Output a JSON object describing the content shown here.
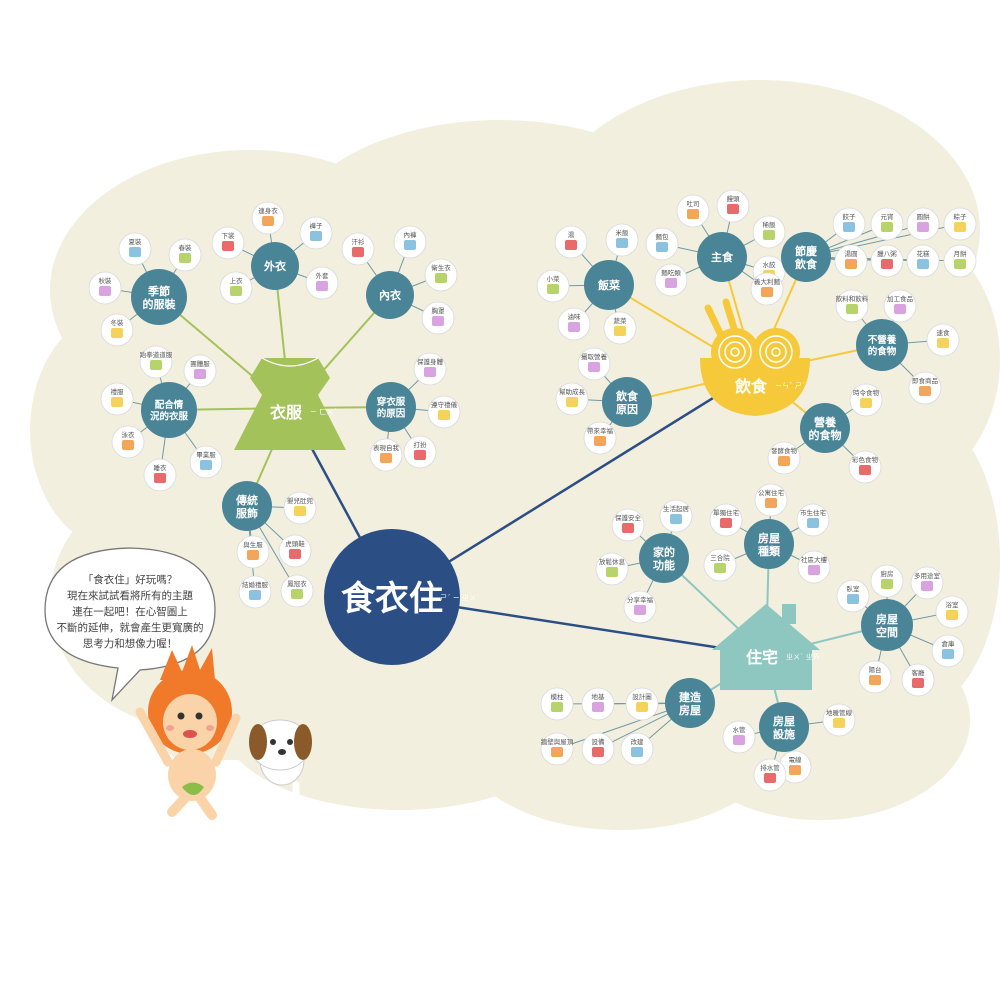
{
  "center": {
    "label": "食衣住",
    "ruby": "ㄕˊ ㄧ ㄓㄨˋ"
  },
  "speech": {
    "lines": [
      "「食衣住」好玩嗎？",
      "現在來試試看將所有的主題",
      "連在一起吧！在心智圖上",
      "不斷的延伸，就會產生更寬廣的",
      "思考力和想像力喔！"
    ]
  },
  "colors": {
    "clothing": "#a3c25a",
    "food": "#f5c93a",
    "housing": "#8ec6c0",
    "hub": "#4a8597",
    "center": "#2b4f85",
    "cloud": "#f2efdf"
  },
  "categories": [
    {
      "key": "clothing",
      "label": "衣服",
      "ruby": "ㄧ ㄈㄨˊ"
    },
    {
      "key": "food",
      "label": "飲食",
      "ruby": "ㄧㄣˇ ㄕˊ"
    },
    {
      "key": "housing",
      "label": "住宅",
      "ruby": "ㄓㄨˋ ㄓㄞˊ"
    }
  ],
  "hubs": [
    {
      "label": "外衣",
      "leaves": [
        "連身衣",
        "下裳",
        "褲子",
        "上衣",
        "外套"
      ]
    },
    {
      "label": "內衣",
      "leaves": [
        "汗衫",
        "內褲",
        "衛生衣",
        "胸罩"
      ]
    },
    {
      "label": "季節的服裝",
      "leaves": [
        "夏裝",
        "春裝",
        "秋裝",
        "冬裝"
      ]
    },
    {
      "label": "配合情況的衣服",
      "leaves": [
        "跆拳道道服",
        "團體服",
        "禮服",
        "泳衣",
        "睡衣",
        "畢業服"
      ]
    },
    {
      "label": "穿衣服的原因",
      "leaves": [
        "保護身體",
        "遵守禮儀",
        "表現自我",
        "打扮"
      ]
    },
    {
      "label": "傳統服飾",
      "leaves": [
        "嬰兒肚兜",
        "與生服",
        "虎頭鞋",
        "結婚禮服",
        "鳳冠衣"
      ]
    },
    {
      "label": "主食",
      "leaves": [
        "吐司",
        "饅頭",
        "麵包",
        "稀飯",
        "麵吃類",
        "水餃",
        "義大利麵"
      ]
    },
    {
      "label": "飯菜",
      "leaves": [
        "湯",
        "米飯",
        "小菜",
        "滷味",
        "蔬菜"
      ]
    },
    {
      "label": "節慶飲食",
      "leaves": [
        "餃子",
        "元宵",
        "圓餅",
        "粽子",
        "湯圓",
        "臘八粥",
        "花糕",
        "月餅"
      ]
    },
    {
      "label": "不營養的食物",
      "leaves": [
        "飲料和飲料",
        "加工食品",
        "速食",
        "即食商品"
      ]
    },
    {
      "label": "飲食原因",
      "leaves": [
        "攝取營養",
        "幫助成長",
        "帶來幸福"
      ]
    },
    {
      "label": "營養的食物",
      "leaves": [
        "時令食物",
        "發酵食物",
        "彩色食物"
      ]
    },
    {
      "label": "房屋種類",
      "leaves": [
        "公寓住宅",
        "單獨住宅",
        "市生住宅",
        "三合院",
        "社區大樓"
      ]
    },
    {
      "label": "家的功能",
      "leaves": [
        "保護安全",
        "生活起居",
        "放鬆休息",
        "分享幸福"
      ]
    },
    {
      "label": "房屋空間",
      "leaves": [
        "臥室",
        "廚房",
        "多用途室",
        "浴室",
        "陽台",
        "客廳",
        "倉庫"
      ]
    },
    {
      "label": "建造房屋",
      "leaves": [
        "模柱",
        "地基",
        "設計圖",
        "牆壁與屋頂",
        "設備",
        "改建"
      ]
    },
    {
      "label": "房屋設施",
      "leaves": [
        "水管",
        "地暖管線",
        "電線",
        "排水管"
      ]
    }
  ]
}
